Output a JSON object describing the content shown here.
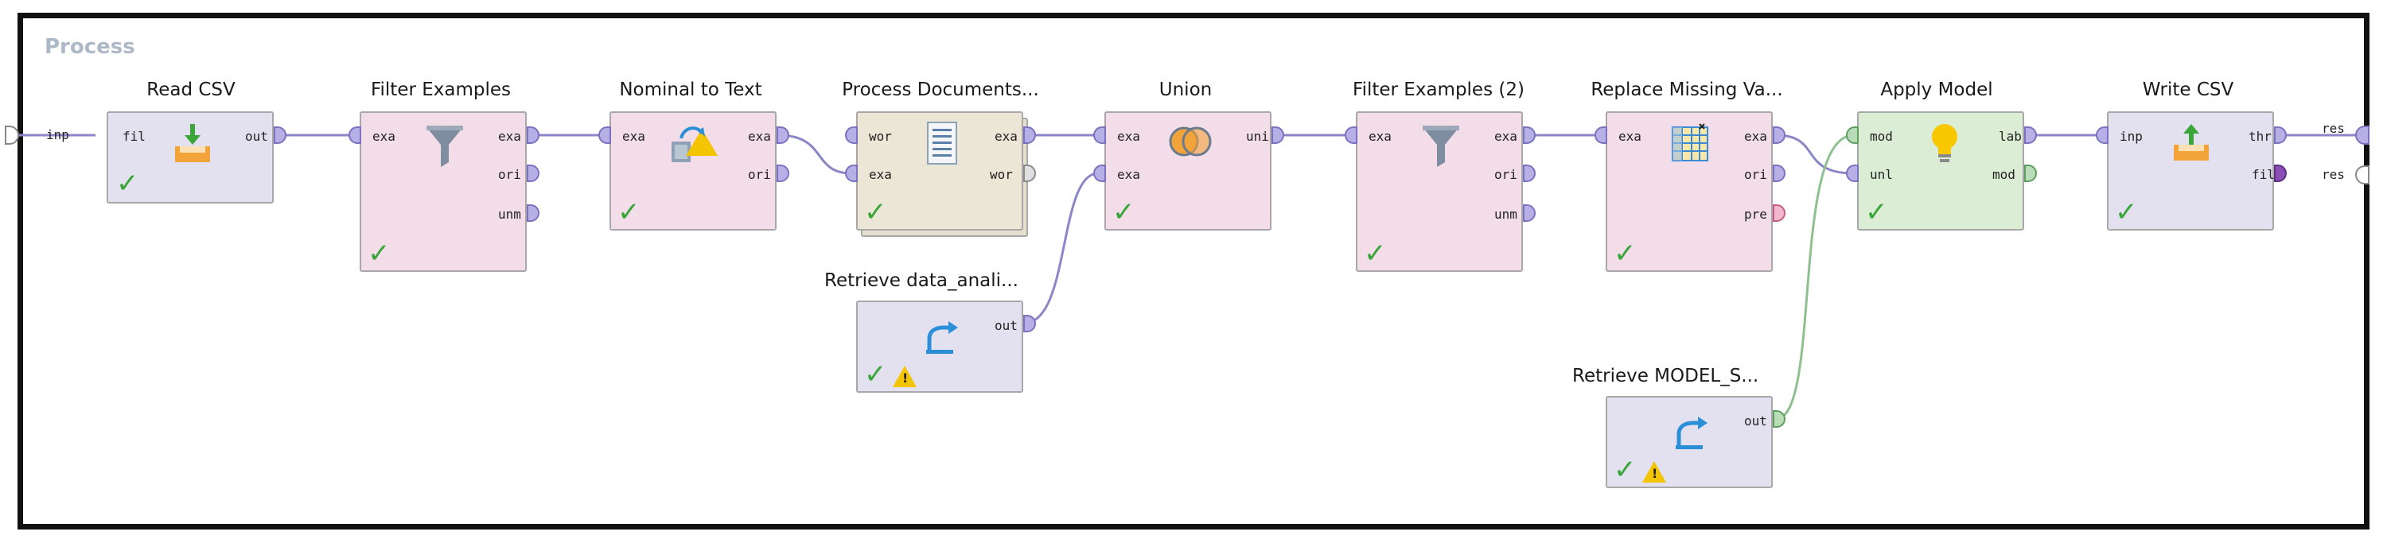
{
  "process": {
    "title": "Process"
  },
  "operators": {
    "read_csv": {
      "title": "Read CSV",
      "in": [
        "fil"
      ],
      "out": [
        "out"
      ]
    },
    "filter_examples": {
      "title": "Filter Examples",
      "in": [
        "exa"
      ],
      "out": [
        "exa",
        "ori",
        "unm"
      ]
    },
    "nominal_to_text": {
      "title": "Nominal to Text",
      "in": [
        "exa"
      ],
      "out": [
        "exa",
        "ori"
      ]
    },
    "process_documents": {
      "title": "Process Documents...",
      "in": [
        "wor",
        "exa"
      ],
      "out": [
        "exa",
        "wor"
      ]
    },
    "retrieve_data": {
      "title": "Retrieve data_anali...",
      "out": [
        "out"
      ]
    },
    "union": {
      "title": "Union",
      "in": [
        "exa",
        "exa"
      ],
      "out": [
        "uni"
      ]
    },
    "filter_examples_2": {
      "title": "Filter Examples (2)",
      "in": [
        "exa"
      ],
      "out": [
        "exa",
        "ori",
        "unm"
      ]
    },
    "replace_missing": {
      "title": "Replace Missing Va...",
      "in": [
        "exa"
      ],
      "out": [
        "exa",
        "ori",
        "pre"
      ]
    },
    "retrieve_model": {
      "title": "Retrieve MODEL_S...",
      "out": [
        "out"
      ]
    },
    "apply_model": {
      "title": "Apply Model",
      "in": [
        "mod",
        "unl"
      ],
      "out": [
        "lab",
        "mod"
      ]
    },
    "write_csv": {
      "title": "Write CSV",
      "in": [
        "inp"
      ],
      "out": [
        "thr",
        "fil"
      ]
    }
  },
  "process_ports": {
    "input": "inp",
    "outputs": [
      "res",
      "res"
    ]
  },
  "colors": {
    "wire": "#8b86c8",
    "wire_green": "#8fc08f",
    "check": "#3aa63a",
    "warn": "#f2c500"
  },
  "icons": {
    "read_csv": "download-tray-icon",
    "filter": "funnel-icon",
    "nominal_to_text": "convert-shapes-icon",
    "process_documents": "document-icon",
    "retrieve": "retrieve-arrow-icon",
    "union": "venn-icon",
    "replace_missing": "grid-table-icon",
    "apply_model": "lightbulb-icon",
    "write_csv": "upload-tray-icon"
  }
}
